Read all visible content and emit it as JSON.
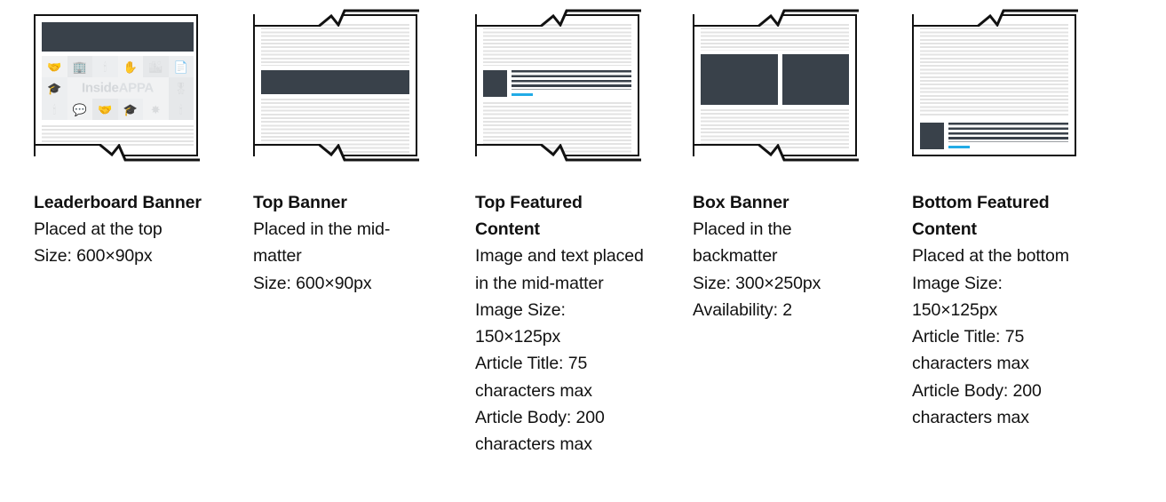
{
  "accent_color": "#22ABE6",
  "dark_color": "#39414A",
  "page_line_color": "#E3E3E3",
  "items": [
    {
      "id": "leaderboard-banner",
      "title": "Leaderboard Banner",
      "details": [
        "Placed at the top",
        "Size: 600×90px"
      ],
      "thumb": {
        "kind": "leaderboard",
        "tear_top": false,
        "tear_bottom": true,
        "logo_text_1": "Inside",
        "logo_text_2": "APPA",
        "hero_icons": [
          "handshake-icon",
          "buildings-icon",
          "torch-icon",
          "hand-icon",
          "city-icon",
          "document-icon",
          "graduation-cap-icon",
          "logo-wordmark",
          "badge-icon",
          "torch-icon",
          "chat-icon",
          "handshake-icon",
          "graduation-cap-icon",
          "gear-icon",
          "torch-icon"
        ]
      }
    },
    {
      "id": "top-banner",
      "title": "Top Banner",
      "details": [
        "Placed in the mid-matter",
        "Size: 600×90px"
      ],
      "thumb": {
        "kind": "top-banner",
        "tear_top": true,
        "tear_bottom": true
      }
    },
    {
      "id": "top-featured-content",
      "title": "Top Featured Content",
      "details": [
        "Image and text placed in the mid-matter",
        "Image Size: 150×125px",
        "Article Title: 75 characters max",
        "Article Body: 200 characters max"
      ],
      "thumb": {
        "kind": "top-featured",
        "tear_top": true,
        "tear_bottom": true
      }
    },
    {
      "id": "box-banner",
      "title": "Box Banner",
      "details": [
        "Placed in the backmatter",
        "Size: 300×250px",
        "Availability: 2"
      ],
      "thumb": {
        "kind": "box-banner",
        "tear_top": true,
        "tear_bottom": true
      }
    },
    {
      "id": "bottom-featured-content",
      "title": "Bottom Featured Content",
      "details": [
        "Placed at the bottom",
        "Image Size: 150×125px",
        "Article Title: 75 characters max",
        "Article Body: 200 characters max"
      ],
      "thumb": {
        "kind": "bottom-featured",
        "tear_top": true,
        "tear_bottom": false
      }
    }
  ]
}
